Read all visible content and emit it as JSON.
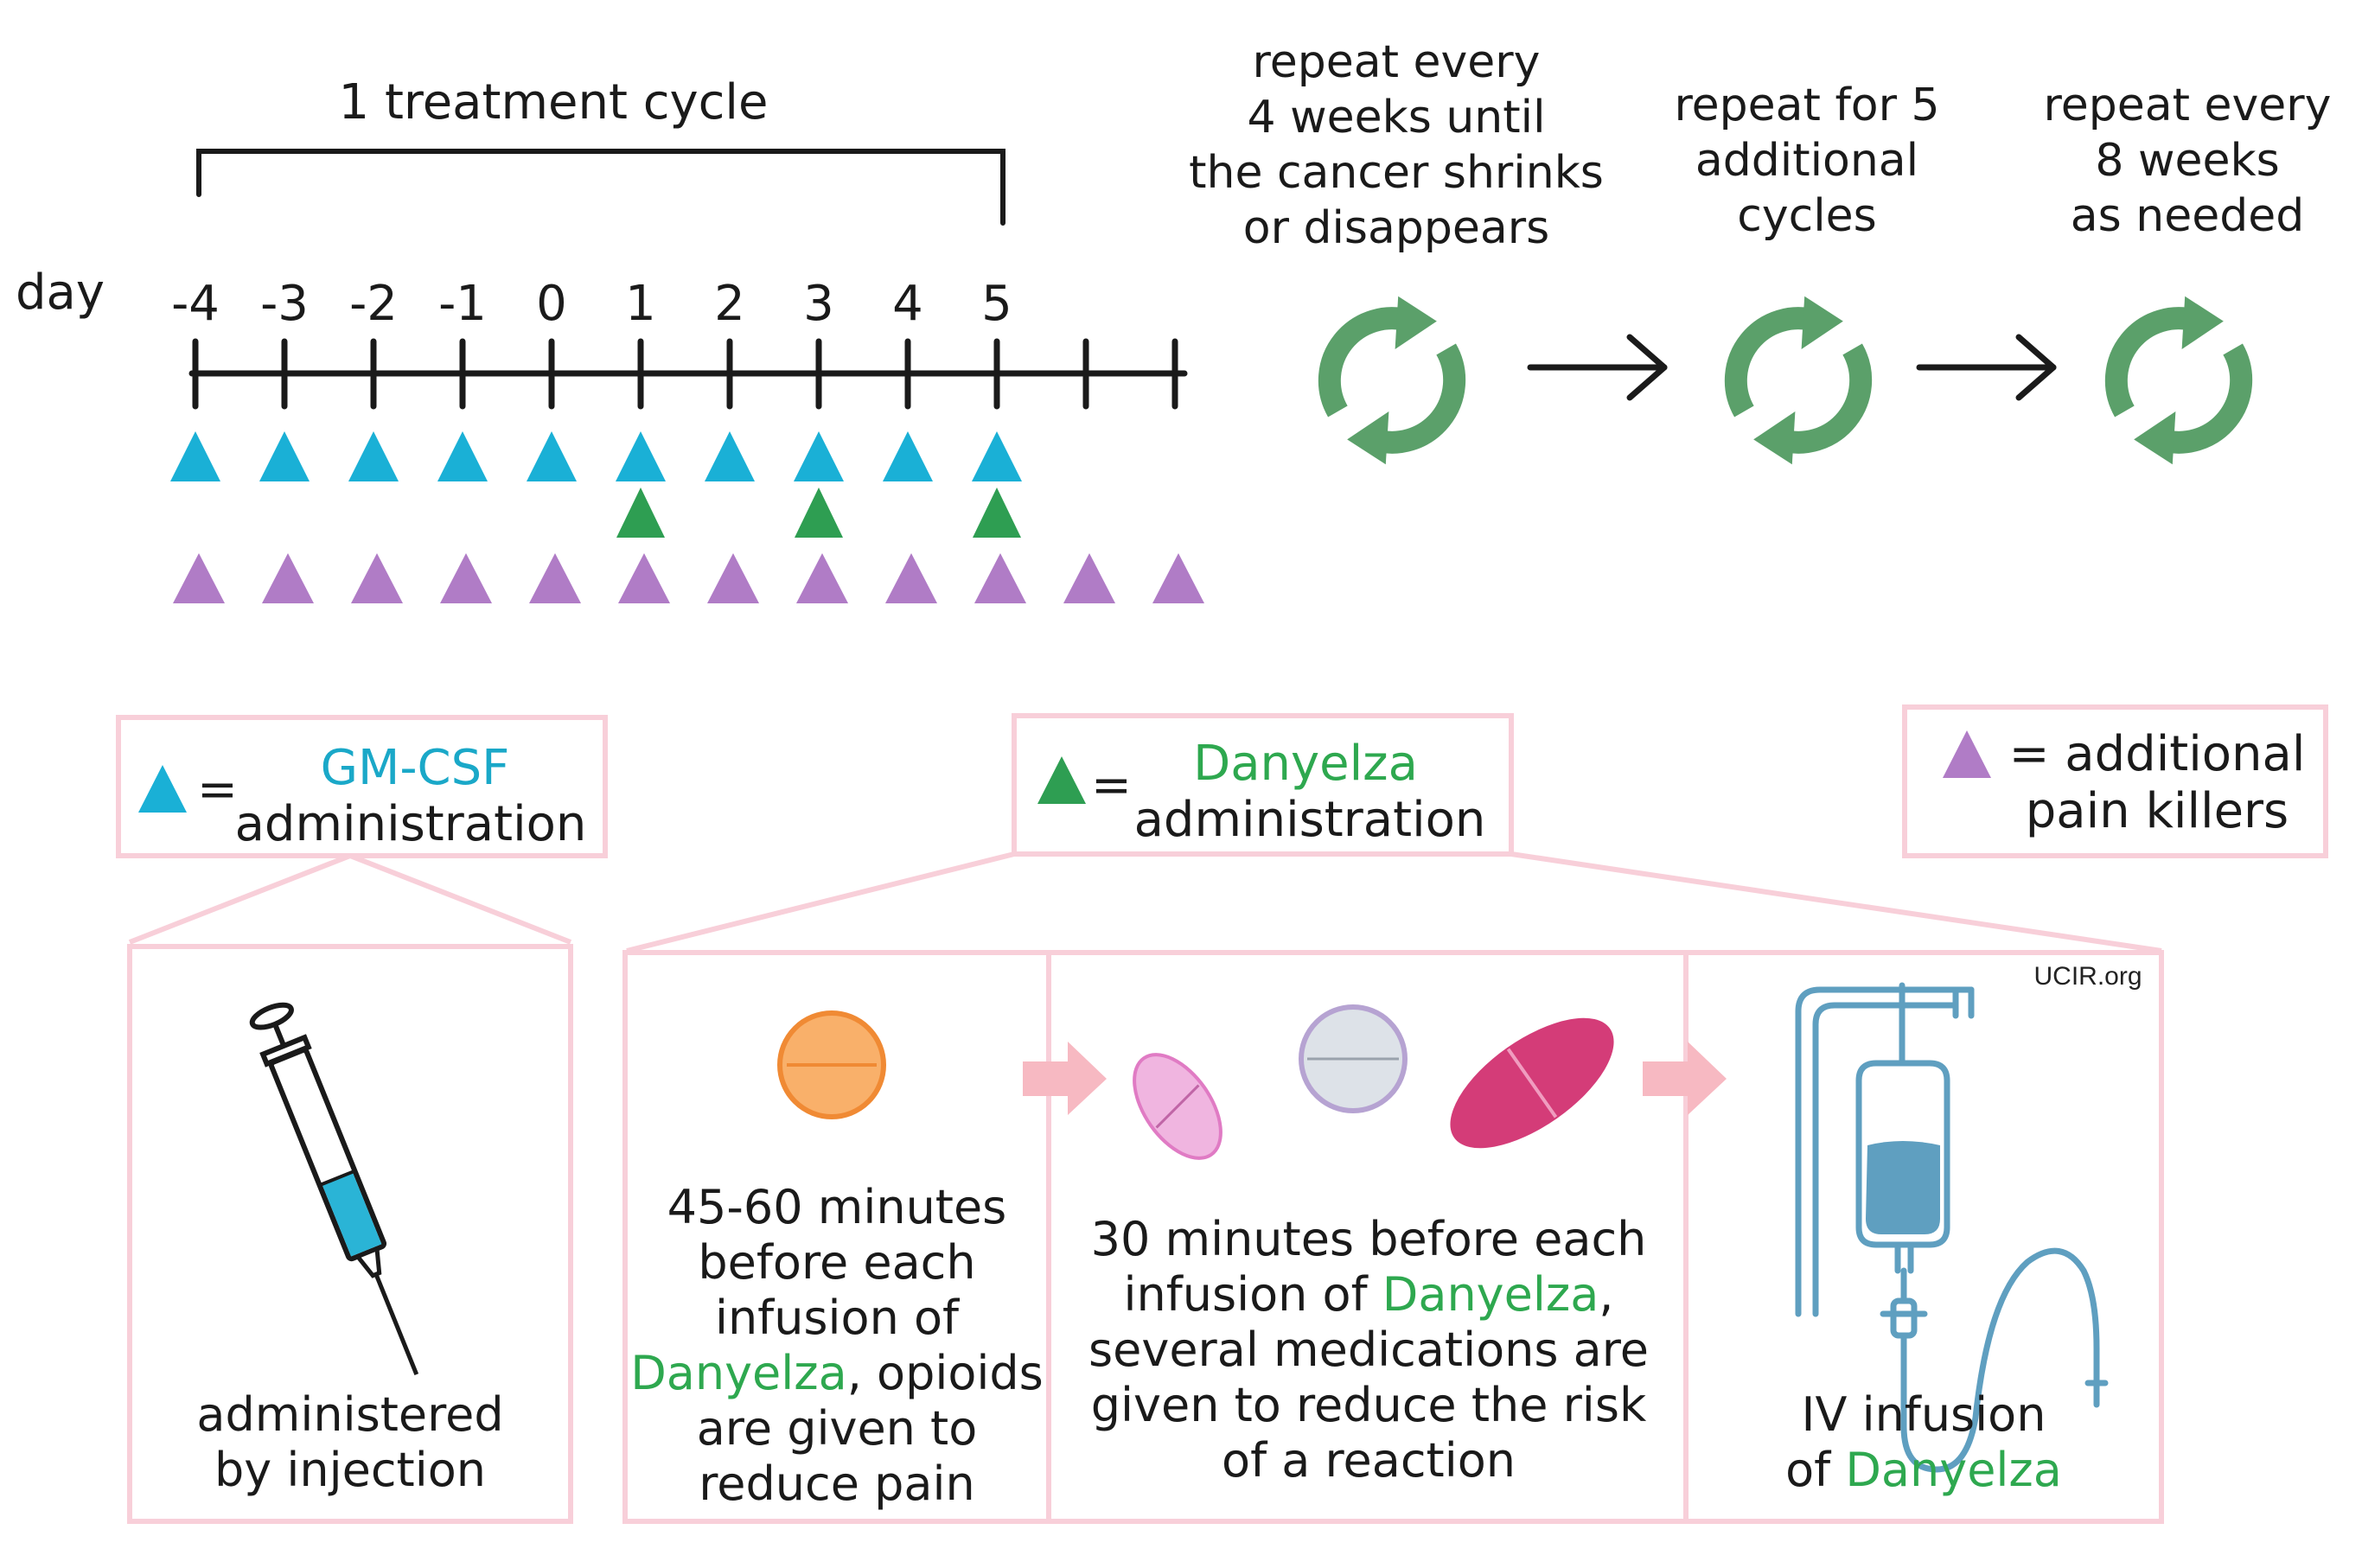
{
  "colors": {
    "gmcsf": "#1ab0d6",
    "danyelza": "#2e9e52",
    "painkiller": "#b07cc6",
    "cycle_icon": "#5ba06a",
    "frame": "#f8cfd9",
    "arrow_pink": "#f7b9c2",
    "iv_blue": "#5f9fc0"
  },
  "timeline": {
    "title": "1 treatment cycle",
    "axis_label": "day",
    "days": [
      "-4",
      "-3",
      "-2",
      "-1",
      "0",
      "1",
      "2",
      "3",
      "4",
      "5"
    ],
    "extra_ticks": 2,
    "gmcsf_days": [
      "-4",
      "-3",
      "-2",
      "-1",
      "0",
      "1",
      "2",
      "3",
      "4",
      "5"
    ],
    "danyelza_days": [
      "1",
      "3",
      "5"
    ],
    "painkiller_count": 12
  },
  "cycles": [
    {
      "text": "repeat every\n4 weeks until\nthe cancer shrinks\nor disappears",
      "icon": "cycle-icon"
    },
    {
      "text": "repeat for 5\nadditional\ncycles",
      "icon": "cycle-icon"
    },
    {
      "text": "repeat every\n8 weeks\nas needed",
      "icon": "cycle-icon"
    }
  ],
  "legend": {
    "gmcsf": {
      "symbol": "=",
      "name": "GM-CSF",
      "desc": "administration"
    },
    "danyelza": {
      "symbol": "=",
      "name": "Danyelza",
      "desc": "administration"
    },
    "painkillers": {
      "text": "= additional\npain killers"
    }
  },
  "panels": {
    "injection": {
      "caption": "administered\nby injection",
      "icon": "syringe-icon"
    },
    "opioids": {
      "line1": "45-60 minutes\nbefore each\ninfusion of",
      "drug": "Danyelza",
      "line2": ", opioids\nare given to\nreduce pain",
      "icon": "orange-pill-icon"
    },
    "premeds": {
      "line1": "30 minutes before each\ninfusion of ",
      "drug": "Danyelza",
      "line2": ",\nseveral medications are\ngiven to reduce the risk\nof a reaction",
      "icons": [
        "pink-capsule-icon",
        "gray-pill-icon",
        "magenta-capsule-icon"
      ]
    },
    "infusion": {
      "line1": "IV infusion\nof ",
      "drug": "Danyelza",
      "icon": "iv-bag-icon"
    }
  },
  "watermark": "UCIR.org"
}
